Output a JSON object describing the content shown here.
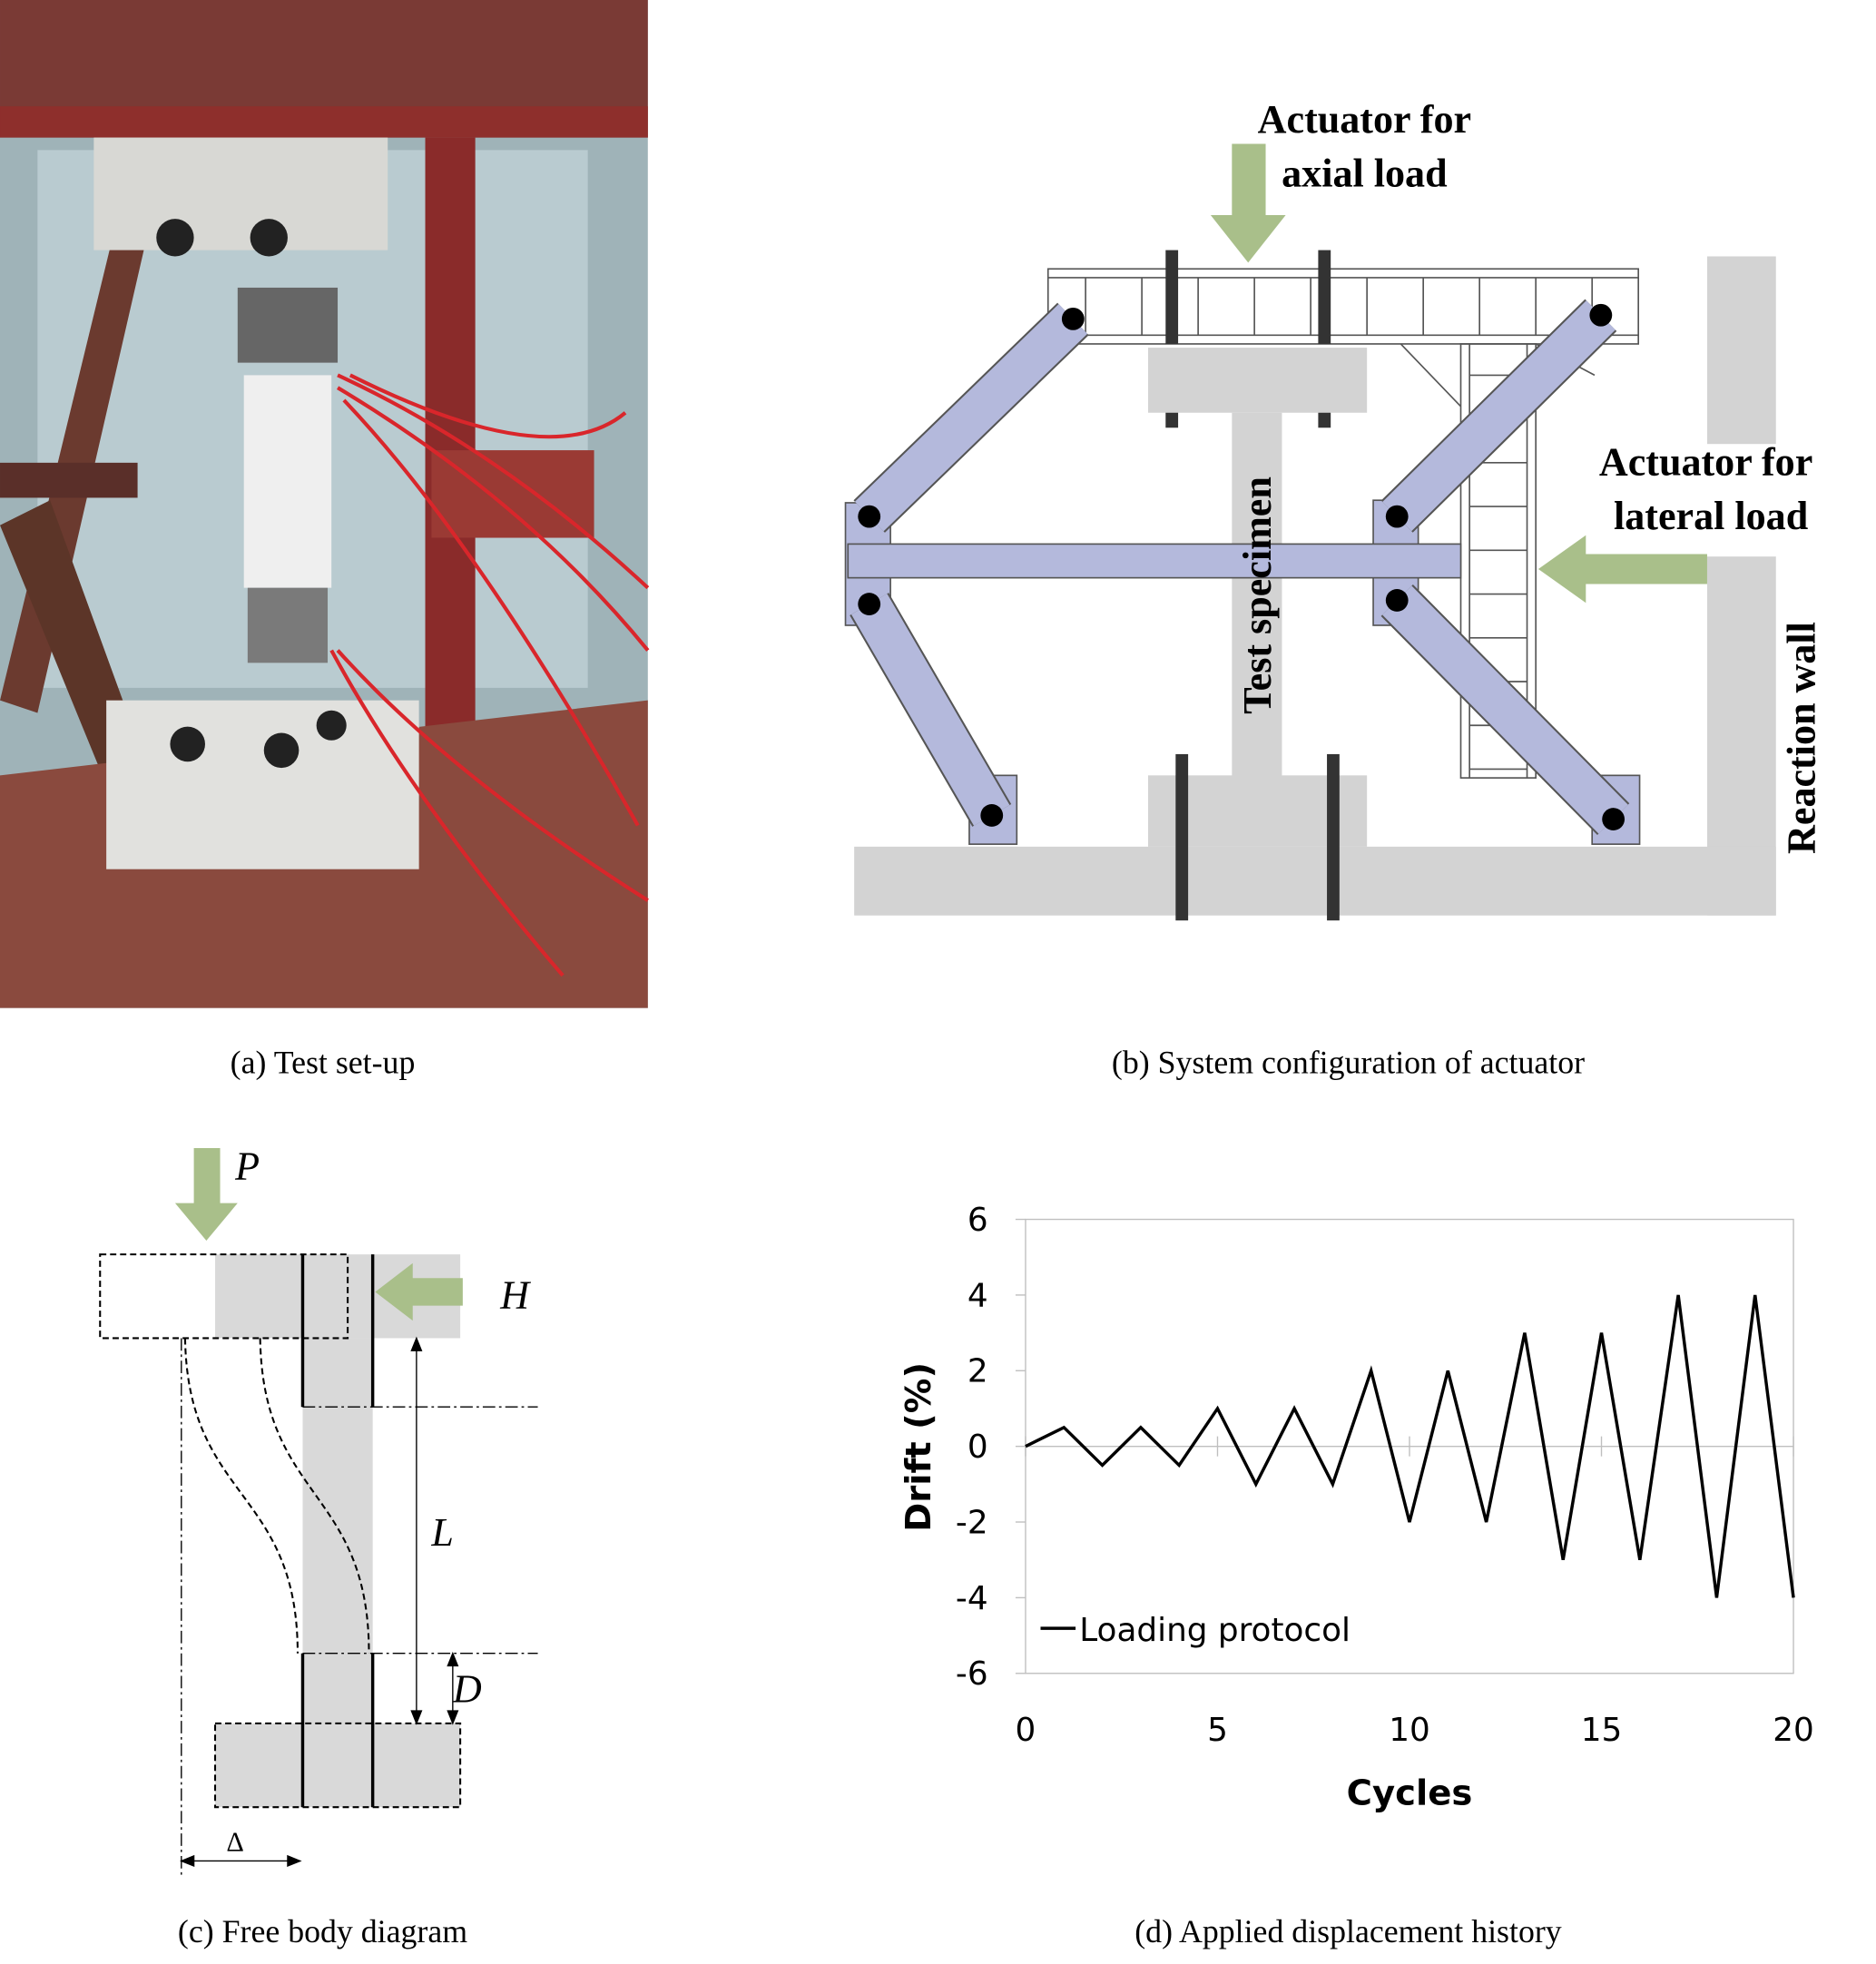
{
  "captions": {
    "a": "(a) Test set-up",
    "b": "(b) System configuration of actuator",
    "c": "(c) Free body diagram",
    "d": "(d) Applied displacement history"
  },
  "diagram_b": {
    "axial_line1": "Actuator for",
    "axial_line2": "axial load",
    "lateral_line1": "Actuator for",
    "lateral_line2": "lateral load",
    "specimen": "Test specimen",
    "wall": "Reaction wall",
    "colors": {
      "link": "#b4b9dc",
      "concrete": "#d3d3d3",
      "arrow": "#a9bf8a"
    }
  },
  "diagram_c": {
    "P": "P",
    "H": "H",
    "L": "L",
    "D": "D",
    "delta": "Δ"
  },
  "chart_data": {
    "type": "line",
    "title": "",
    "xlabel": "Cycles",
    "ylabel": "Drift (%)",
    "xlim": [
      0,
      20
    ],
    "ylim": [
      -6,
      6
    ],
    "xticks": [
      "0",
      "5",
      "10",
      "15",
      "20"
    ],
    "yticks": [
      "6",
      "4",
      "2",
      "0",
      "-2",
      "-4",
      "-6"
    ],
    "legend": "bottom-left",
    "series": [
      {
        "name": "Loading protocol",
        "x": [
          0,
          1,
          2,
          3,
          4,
          5,
          6,
          7,
          8,
          9,
          10,
          11,
          12,
          13,
          14,
          15,
          16,
          17,
          18,
          19,
          20
        ],
        "values": [
          0,
          0.5,
          -0.5,
          0.5,
          -0.5,
          1,
          -1,
          1,
          -1,
          2,
          -2,
          2,
          -2,
          3,
          -3,
          3,
          -3,
          4,
          -4,
          4,
          -4
        ]
      }
    ]
  }
}
